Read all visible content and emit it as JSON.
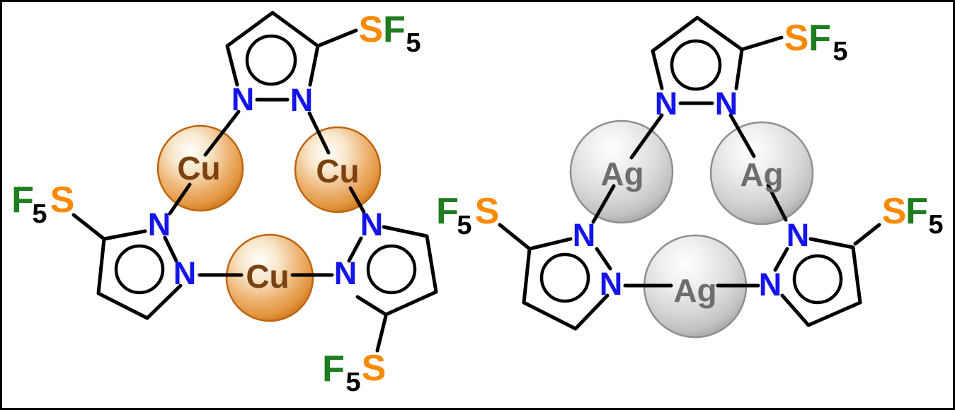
{
  "labels": {
    "copper": "Cu",
    "silver": "Ag",
    "nitrogen": "N",
    "sulfur": "S",
    "fluorine": "F",
    "five": "5"
  },
  "colors": {
    "background": "#FFFFFF",
    "border": "#000000",
    "bond": "#000000",
    "nitrogen_label": "#1414EB",
    "sulfur_label": "#F98A00",
    "fluorine_label": "#1E7D1E",
    "subscript_label": "#000000",
    "copper_label": "#7A4210",
    "silver_label": "#6E6E6E",
    "copper_sphere_highlight": "#FFFEFB",
    "copper_sphere_mid": "#EEB678",
    "copper_sphere_rim": "#CC7418",
    "silver_sphere_highlight": "#FFFFFF",
    "silver_sphere_mid": "#D9D9D9",
    "silver_sphere_rim": "#A3A3A3"
  },
  "complexes": [
    {
      "metal_label": "Cu",
      "metal_sphere_count": 3,
      "pyrazolate_ring_count": 3,
      "substituent_text": "SF5"
    },
    {
      "metal_label": "Ag",
      "metal_sphere_count": 3,
      "pyrazolate_ring_count": 3,
      "substituent_text": "SF5"
    }
  ]
}
